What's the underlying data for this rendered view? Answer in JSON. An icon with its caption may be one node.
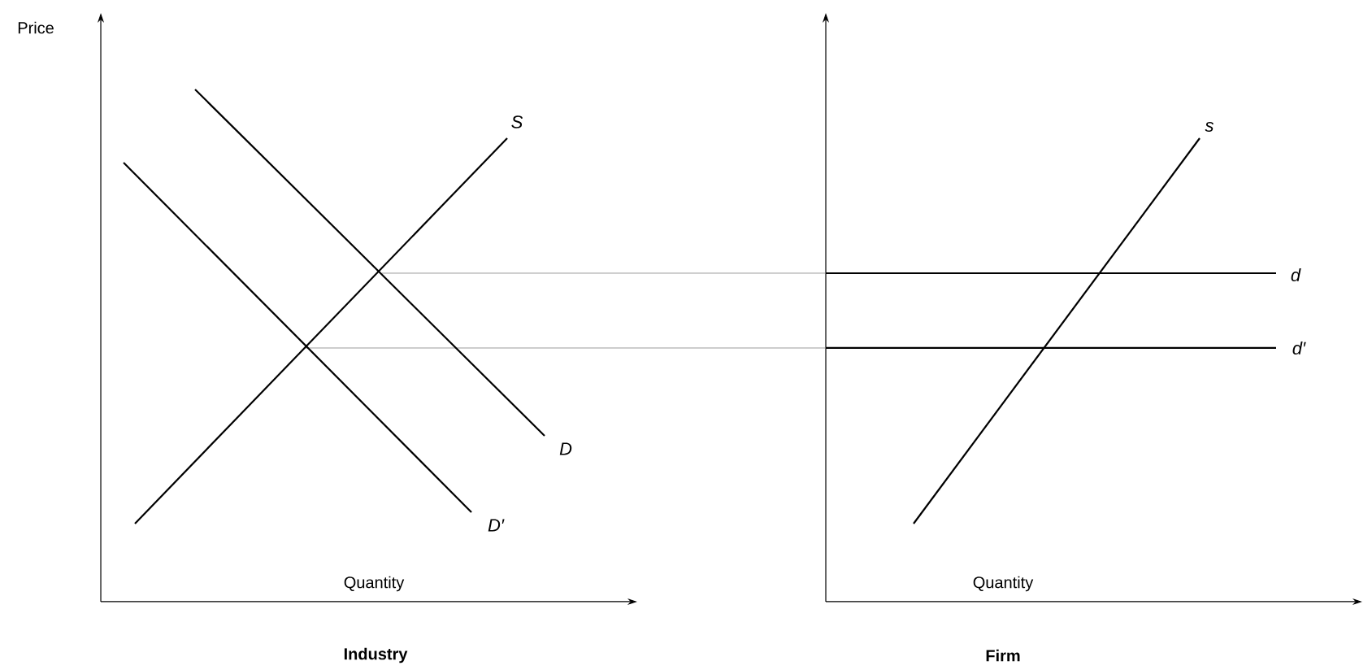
{
  "diagram": {
    "labels": [
      "Price",
      "S",
      "D",
      "D′",
      "Quantity",
      "Industry",
      "s",
      "d",
      "d′",
      "Quantity",
      "Firm"
    ]
  }
}
